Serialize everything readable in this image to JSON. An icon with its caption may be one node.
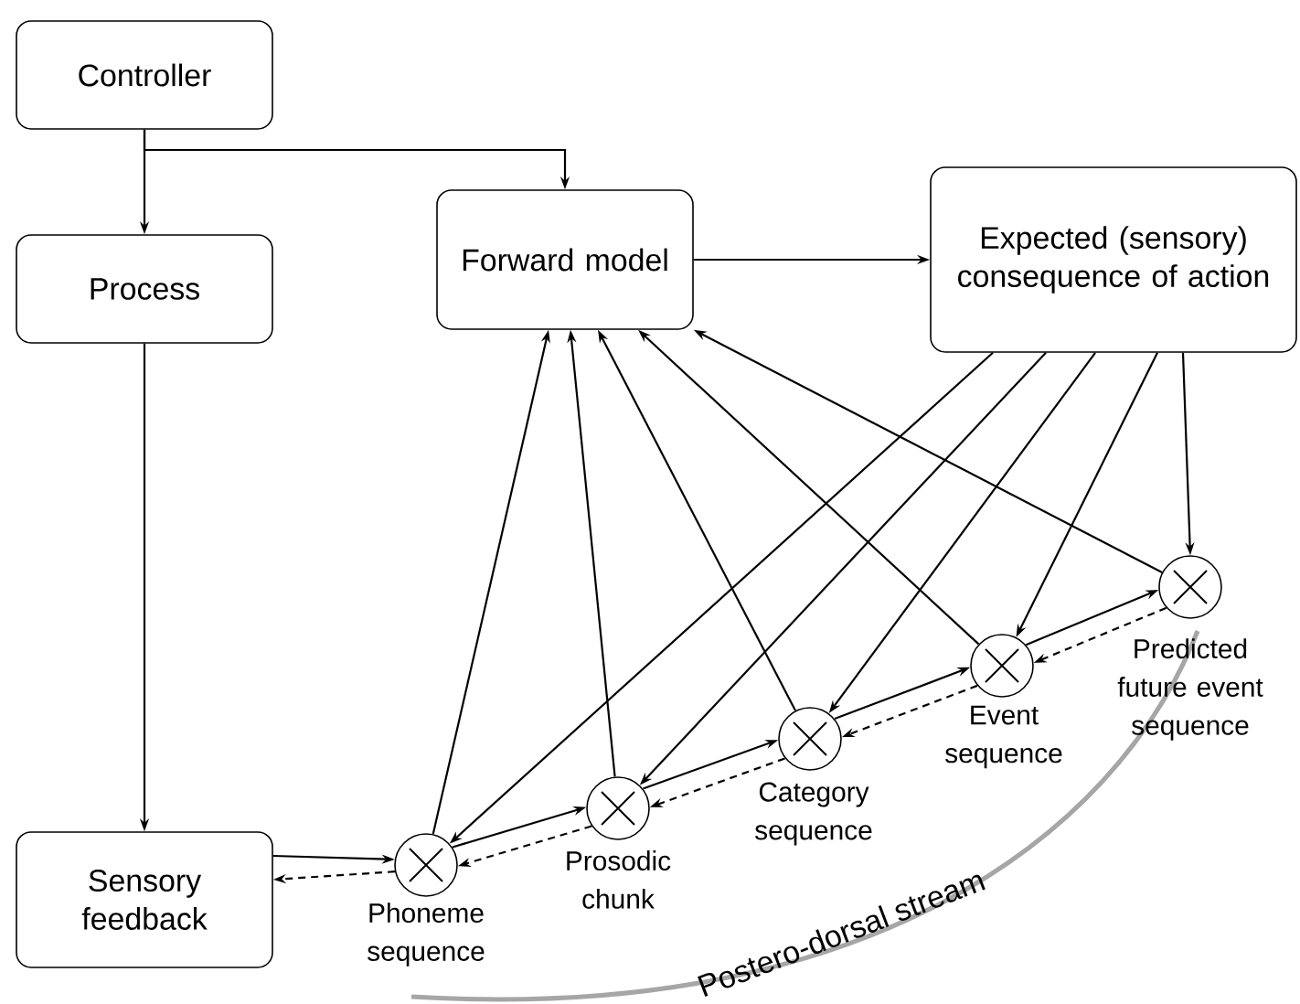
{
  "diagram": {
    "nodes": [
      {
        "text": [
          "Controller"
        ]
      },
      {
        "text": [
          "Process"
        ]
      },
      {
        "text": [
          "Forward model"
        ]
      },
      {
        "text": [
          "Expected (sensory) consequence of action"
        ]
      },
      {
        "text": [
          "Sensory feedback"
        ]
      },
      {
        "text": [],
        "shape": "circle",
        "beside": [
          "Phoneme sequence"
        ]
      },
      {
        "text": [],
        "shape": "circle",
        "beside": [
          "Prosodic chunk"
        ]
      },
      {
        "text": [],
        "shape": "circle",
        "beside": [
          "Category sequence"
        ]
      },
      {
        "text": [],
        "shape": "circle",
        "beside": [
          "Event sequence"
        ]
      },
      {
        "text": [],
        "shape": "circle",
        "beside": [
          "Predicted future event sequence"
        ]
      }
    ],
    "edges": [
      {
        "from": 0,
        "to": 1,
        "arrow": "to"
      },
      {
        "from": 0,
        "to": 2,
        "arrow": "to"
      },
      {
        "from": 2,
        "to": 3,
        "arrow": "to"
      },
      {
        "from": 1,
        "to": 4,
        "arrow": "to"
      },
      {
        "from": 4,
        "to": 5,
        "arrow": "to"
      },
      {
        "from": 5,
        "to": 4,
        "arrow": "to",
        "style": "dashed"
      },
      {
        "from": 5,
        "to": 6,
        "arrow": "to"
      },
      {
        "from": 6,
        "to": 5,
        "arrow": "to",
        "style": "dashed"
      },
      {
        "from": 6,
        "to": 7,
        "arrow": "to"
      },
      {
        "from": 7,
        "to": 6,
        "arrow": "to",
        "style": "dashed"
      },
      {
        "from": 7,
        "to": 8,
        "arrow": "to"
      },
      {
        "from": 8,
        "to": 7,
        "arrow": "to",
        "style": "dashed"
      },
      {
        "from": 8,
        "to": 9,
        "arrow": "to"
      },
      {
        "from": 9,
        "to": 8,
        "arrow": "to",
        "style": "dashed"
      },
      {
        "from": 5,
        "to": 2,
        "arrow": "to"
      },
      {
        "from": 6,
        "to": 2,
        "arrow": "to"
      },
      {
        "from": 7,
        "to": 2,
        "arrow": "to"
      },
      {
        "from": 8,
        "to": 2,
        "arrow": "to"
      },
      {
        "from": 9,
        "to": 2,
        "arrow": "to"
      },
      {
        "from": 3,
        "to": 5,
        "arrow": "to"
      },
      {
        "from": 3,
        "to": 6,
        "arrow": "to"
      },
      {
        "from": 3,
        "to": 7,
        "arrow": "to"
      },
      {
        "from": 3,
        "to": 8,
        "arrow": "to"
      },
      {
        "from": 3,
        "to": 9,
        "arrow": "to"
      }
    ],
    "labels": [
      "Postero-dorsal stream"
    ]
  }
}
